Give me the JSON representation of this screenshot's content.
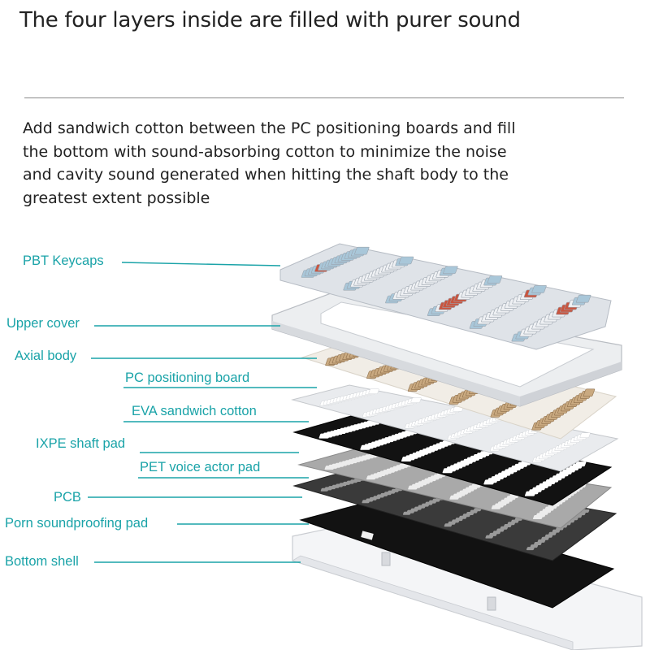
{
  "headline": "The four layers inside are filled with purer sound",
  "description_lines": [
    "Add sandwich cotton between the PC positioning boards and fill",
    "the bottom with sound-absorbing cotton to minimize the noise",
    "and cavity sound generated when hitting the shaft body to the",
    "greatest extent possible"
  ],
  "layers": [
    "PBT Keycaps",
    "Upper cover",
    "Axial body",
    "PC positioning board",
    "EVA sandwich cotton",
    "IXPE shaft pad",
    "PET voice actor pad",
    "PCB",
    "Porn soundproofing pad",
    "Bottom shell"
  ],
  "colors": {
    "label_teal": "#1aa3a8",
    "leader_line": "#1aa3a8",
    "text_dark": "#222222",
    "keycap_white": "#eef0f3",
    "keycap_blue": "#a9c7d9",
    "keycap_orange": "#c9553f",
    "switch_tan": "#c9a980",
    "plate_black": "#151515"
  },
  "icons": [
    "keyboard-exploded-view-illustration"
  ]
}
